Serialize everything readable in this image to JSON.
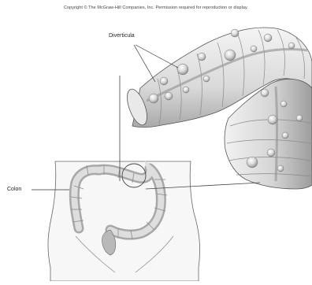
{
  "header": {
    "copyright": "Copyright © The McGraw-Hill Companies, Inc. Permission required for reproduction or display."
  },
  "labels": {
    "diverticula": "Diverticula",
    "colon": "Colon"
  },
  "colors": {
    "line": "#333333",
    "tissue_light": "#f2f2f2",
    "tissue_mid": "#dcdcdc",
    "tissue_dark": "#b5b5b5",
    "body_fill": "#f7f7f7"
  }
}
